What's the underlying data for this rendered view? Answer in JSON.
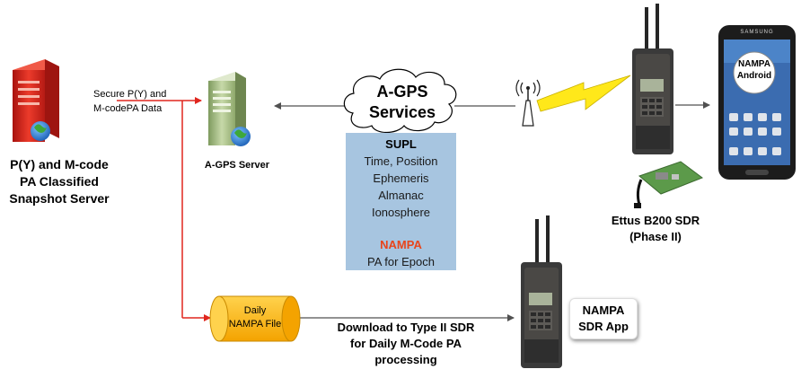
{
  "snapshot_server": {
    "label_lines": [
      "P(Y) and M-code",
      "PA Classified",
      "Snapshot Server"
    ]
  },
  "agps_server": {
    "label": "A-GPS Server"
  },
  "secure_link": {
    "label_lines": [
      "Secure P(Y) and",
      "M-codePA Data"
    ]
  },
  "cloud": {
    "label_lines": [
      "A-GPS",
      "Services"
    ]
  },
  "info_box": {
    "header": "SUPL",
    "items": [
      "Time, Position",
      "Ephemeris",
      "Almanac",
      "Ionosphere"
    ],
    "nampa_title": "NAMPA",
    "nampa_item": "PA for Epoch"
  },
  "ettus": {
    "label_lines": [
      "Ettus B200 SDR",
      "(Phase II)"
    ]
  },
  "phone": {
    "label_lines": [
      "NAMPA",
      "Android"
    ],
    "brand": "SAMSUNG"
  },
  "daily_file": {
    "label_lines": [
      "Daily",
      "NAMPA File"
    ]
  },
  "download": {
    "label_lines": [
      "Download to Type II SDR",
      "for Daily M-Code PA",
      "processing"
    ]
  },
  "sdr_app": {
    "label_lines": [
      "NAMPA",
      "SDR App"
    ]
  },
  "colors": {
    "red_link": "#e0261e",
    "gray_link": "#505050",
    "box": "#a7c5e0",
    "nampa_accent": "#e8451b",
    "file": "#f7b500",
    "lightning": "#ffe81a"
  }
}
